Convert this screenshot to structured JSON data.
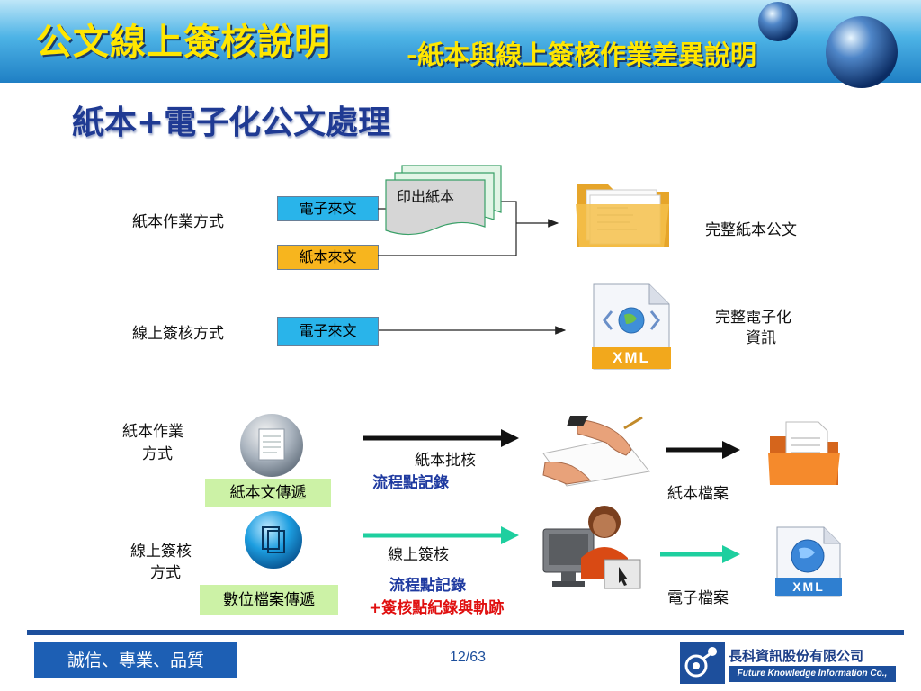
{
  "header": {
    "title_main": "公文線上簽核說明",
    "title_sub": "-紙本與線上簽核作業差異說明"
  },
  "subtitle": "紙本+電子化公文處理",
  "diagram_top": {
    "paper_method_label": "紙本作業方式",
    "electronic_incoming": "電子來文",
    "paper_incoming": "紙本來文",
    "print_paper": "印出紙本",
    "complete_paper_doc": "完整紙本公文",
    "online_method_label": "線上簽核方式",
    "online_incoming": "電子來文",
    "complete_e_info_line1": "完整電子化",
    "complete_e_info_line2": "資訊",
    "xml_label": "XML"
  },
  "diagram_bottom": {
    "paper_method_line1": "紙本作業",
    "paper_method_line2": "方式",
    "paper_transfer": "紙本文傳遞",
    "paper_approval": "紙本批核",
    "flow_record_1": "流程點記錄",
    "paper_archive": "紙本檔案",
    "online_method_line1": "線上簽核",
    "online_method_line2": "方式",
    "digital_transfer": "數位檔案傳遞",
    "online_approval": "線上簽核",
    "flow_record_2": "流程點記錄",
    "trace_record": "+簽核點紀錄與軌跡",
    "e_archive": "電子檔案",
    "xml_label": "XML"
  },
  "footer": {
    "slogan": "誠信、專業、品質",
    "page": "12/63",
    "company_cn": "長科資訊股份有限公司",
    "company_en": "Future Knowledge Information Co.,"
  },
  "colors": {
    "title_yellow": "#ffe600",
    "subtitle_blue": "#1f3a93",
    "box_blue": "#29b4ea",
    "box_orange": "#f7b51e",
    "box_green": "#ccf2a6",
    "arrow_teal": "#1ecf9f",
    "footer_blue": "#1d5fb4",
    "trace_red": "#e01010"
  }
}
